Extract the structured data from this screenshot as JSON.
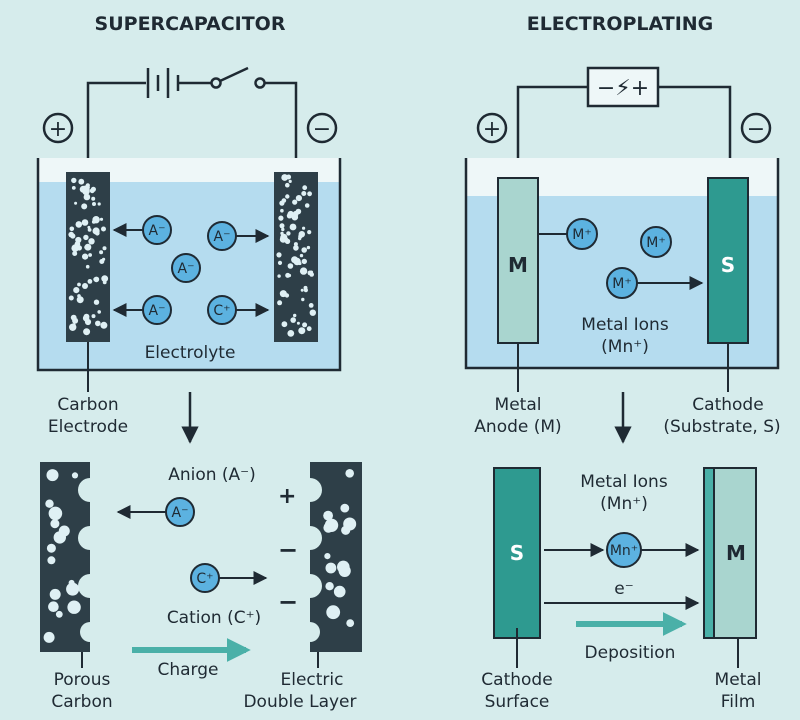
{
  "supercapacitor": {
    "title": "SUPERCAPACITOR",
    "plus": "+",
    "minus": "−",
    "electrolyte": "Electrolyte",
    "electrode_label": [
      "Carbon",
      "Electrode"
    ],
    "ions": [
      "A⁻",
      "A⁻",
      "A⁻",
      "A⁻",
      "C⁺"
    ],
    "detail": {
      "anion": "Anion (A⁻)",
      "anion_ion": "A⁻",
      "cation": "Cation (C⁺)",
      "cation_ion": "C⁺",
      "charge": "Charge",
      "plus": "+",
      "minus": "−",
      "porous": [
        "Porous",
        "Carbon"
      ],
      "edl": [
        "Electric",
        "Double Layer"
      ]
    }
  },
  "electroplating": {
    "title": "ELECTROPLATING",
    "supply": "−⚡+",
    "plus": "+",
    "minus": "−",
    "anode_letter": "M",
    "cathode_letter": "S",
    "ions": [
      "M⁺",
      "M⁺",
      "M⁺"
    ],
    "metal_ions": [
      "Metal Ions",
      "(Mn⁺)"
    ],
    "anode_label": [
      "Metal",
      "Anode (M)"
    ],
    "cathode_label": [
      "Cathode",
      "(Substrate, S)"
    ],
    "detail": {
      "metal_ions": [
        "Metal Ions",
        "(Mn⁺)"
      ],
      "ion": "Mn⁺",
      "electron": "e⁻",
      "deposition": "Deposition",
      "s_letter": "S",
      "m_letter": "M",
      "cathode_surface": [
        "Cathode",
        "Surface"
      ],
      "metal_film": [
        "Metal",
        "Film"
      ]
    }
  },
  "colors": {
    "background": "#d6ecec",
    "liquid": "#b5dcef",
    "electrode_dark": "#2e3f48",
    "ion_fill": "#5cb2e0",
    "anode": "#a9d5cf",
    "cathode": "#2e9a90",
    "charge_arrow": "#4ab0a8"
  }
}
